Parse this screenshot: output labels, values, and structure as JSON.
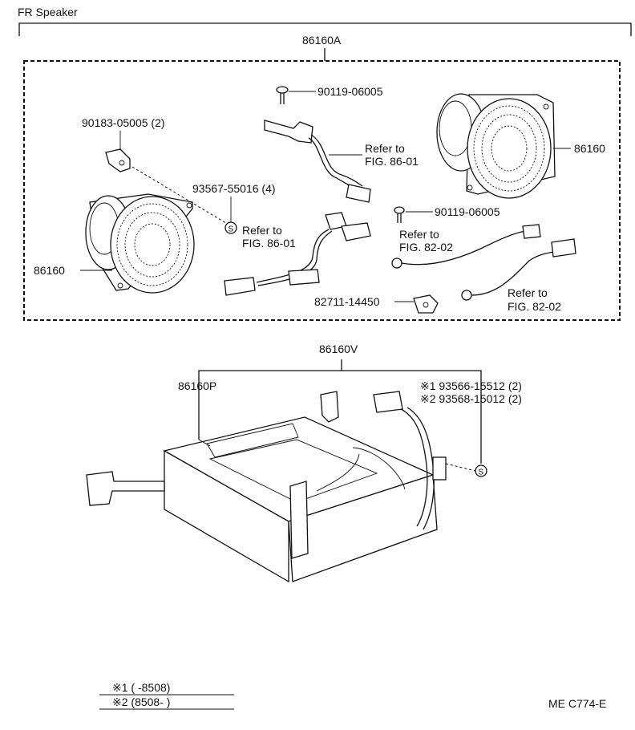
{
  "header": {
    "title": "FR Speaker"
  },
  "assembly_a": {
    "part_no": "86160A"
  },
  "assembly_v": {
    "part_no": "86160V"
  },
  "labels": {
    "screw_top": "90119-06005",
    "clip": "90183-05005 (2)",
    "screw_s": "93567-55016 (4)",
    "speaker_right": "86160",
    "speaker_left": "86160",
    "refer_a_line1": "Refer to",
    "refer_a_line2": "FIG. 86-01",
    "refer_b_line1": "Refer to",
    "refer_b_line2": "FIG. 86-01",
    "screw_mid": "90119-06005",
    "refer_c_line1": "Refer to",
    "refer_c_line2": "FIG. 82-02",
    "refer_d_line1": "Refer to",
    "refer_d_line2": "FIG. 82-02",
    "clamp": "82711-14450",
    "amp_part": "86160P",
    "amp_screw_1": "※1 93566-15512 (2)",
    "amp_screw_2": "※2 93568-15012 (2)"
  },
  "legend": {
    "row1": "※1 (      -8508)",
    "row2": "※2 (8508-         )"
  },
  "footer": {
    "code": "ME C774-E"
  }
}
